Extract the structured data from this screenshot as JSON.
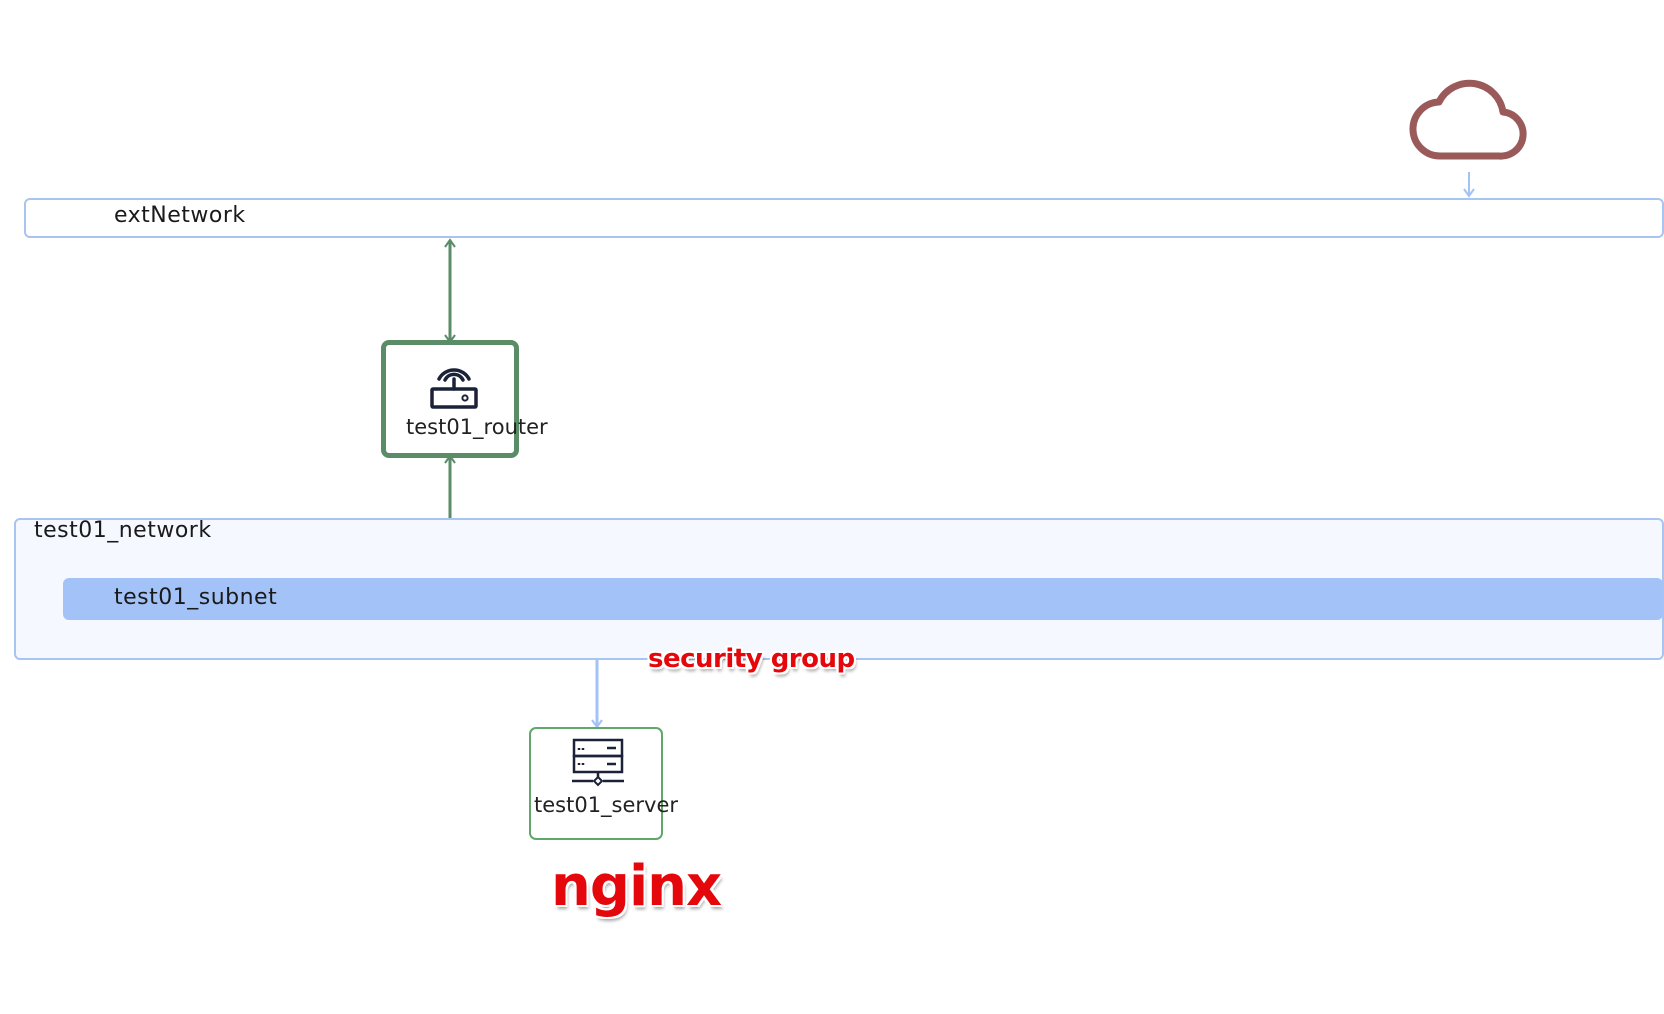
{
  "networks": {
    "ext": {
      "label": "extNetwork"
    },
    "internal": {
      "label": "test01_network"
    },
    "subnet": {
      "label": "test01_subnet"
    }
  },
  "nodes": {
    "router": {
      "label": "test01_router",
      "icon": "router-icon"
    },
    "server": {
      "label": "test01_server",
      "icon": "server-icon"
    },
    "internet": {
      "icon": "cloud-icon"
    }
  },
  "annotations": {
    "security_group": "security group",
    "nginx": "nginx"
  },
  "colors": {
    "network_border": "#a8c4f0",
    "subnet_fill": "#a3c2f7",
    "network_fill": "#f5f8ff",
    "router_border": "#5b8c68",
    "server_border": "#5fa86a",
    "cloud": "#9b5a5a",
    "annotation": "#e4070b"
  }
}
